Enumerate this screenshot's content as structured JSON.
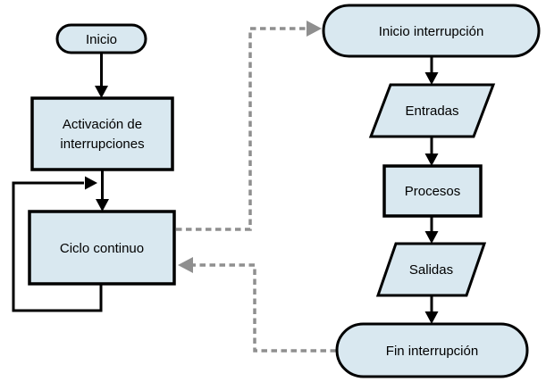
{
  "diagram": {
    "kind": "flowchart",
    "language": "es",
    "colors": {
      "node_fill": "#d9e8f0",
      "node_border": "#000000",
      "connector_solid": "#000000",
      "connector_dashed": "#8f8f8f",
      "background": "#ffffff",
      "text": "#000000"
    },
    "nodes": {
      "inicio": {
        "label": "Inicio",
        "shape": "terminator"
      },
      "activacion": {
        "label": "Activación de interrupciones",
        "line1": "Activación de",
        "line2": "interrupciones",
        "shape": "process"
      },
      "ciclo": {
        "label": "Ciclo continuo",
        "shape": "process"
      },
      "inicio_interrupcion": {
        "label": "Inicio interrupción",
        "shape": "terminator"
      },
      "entradas": {
        "label": "Entradas",
        "shape": "input-output"
      },
      "procesos": {
        "label": "Procesos",
        "shape": "process"
      },
      "salidas": {
        "label": "Salidas",
        "shape": "input-output"
      },
      "fin_interrupcion": {
        "label": "Fin interrupción",
        "shape": "terminator"
      }
    },
    "edges": [
      {
        "from": "inicio",
        "to": "activacion",
        "style": "solid"
      },
      {
        "from": "activacion",
        "to": "ciclo",
        "style": "solid"
      },
      {
        "from": "ciclo",
        "to": "ciclo",
        "style": "solid",
        "note": "feedback-loop"
      },
      {
        "from": "ciclo",
        "to": "inicio_interrupcion",
        "style": "dashed"
      },
      {
        "from": "inicio_interrupcion",
        "to": "entradas",
        "style": "solid"
      },
      {
        "from": "entradas",
        "to": "procesos",
        "style": "solid"
      },
      {
        "from": "procesos",
        "to": "salidas",
        "style": "solid"
      },
      {
        "from": "salidas",
        "to": "fin_interrupcion",
        "style": "solid"
      },
      {
        "from": "fin_interrupcion",
        "to": "ciclo",
        "style": "dashed"
      }
    ]
  }
}
